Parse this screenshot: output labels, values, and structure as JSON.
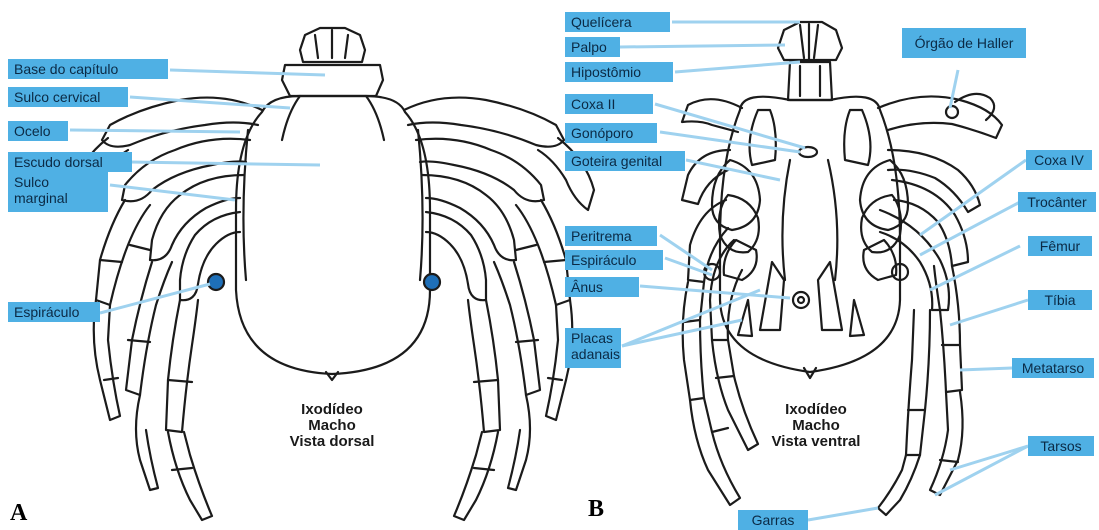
{
  "panels": {
    "a": {
      "letter": "A",
      "caption": [
        "Ixodídeo",
        "Macho",
        "Vista dorsal"
      ],
      "labels": {
        "base_capitulo": "Base do capítulo",
        "sulco_cervical": "Sulco cervical",
        "ocelo": "Ocelo",
        "escudo_dorsal": "Escudo dorsal",
        "sulco_marginal_1": "Sulco",
        "sulco_marginal_2": "marginal",
        "espiraculo": "Espiráculo"
      }
    },
    "b": {
      "letter": "B",
      "caption": [
        "Ixodídeo",
        "Macho",
        "Vista ventral"
      ],
      "labels": {
        "quelicera": "Quelícera",
        "palpo": "Palpo",
        "hipostomio": "Hipostômio",
        "orgao_haller": "Órgão de Haller",
        "coxa_ii": "Coxa II",
        "gonoporo": "Gonóporo",
        "goteira_genital": "Goteira genital",
        "coxa_iv": "Coxa IV",
        "trocanter": "Trocânter",
        "peritrema": "Peritrema",
        "espiraculo": "Espiráculo",
        "femur": "Fêmur",
        "anus": "Ânus",
        "tibia": "Tíbia",
        "placas_adanais_1": "Placas",
        "placas_adanais_2": "adanais",
        "metatarso": "Metatarso",
        "tarsos": "Tarsos",
        "garras": "Garras"
      }
    }
  },
  "colors": {
    "label_bg": "#4fb0e4",
    "label_text": "#0b2a45",
    "line": "#1b1b1b",
    "leader": "#9fd2ef"
  }
}
